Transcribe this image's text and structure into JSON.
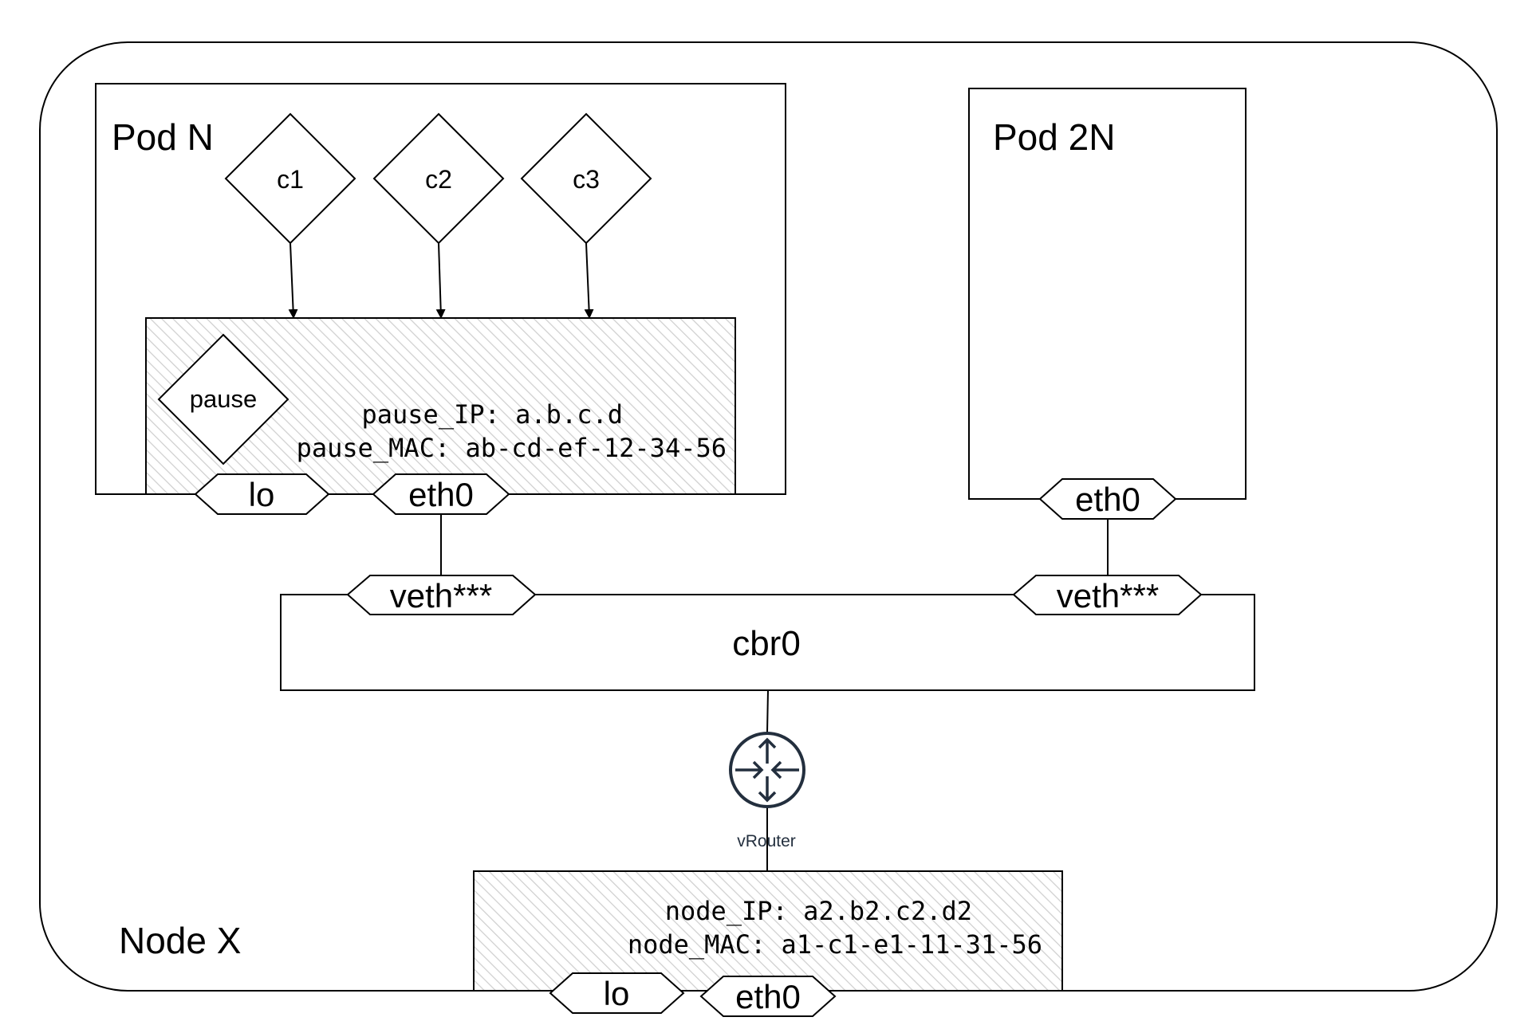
{
  "node": {
    "label": "Node X",
    "ip_text": "node_IP: a2.b2.c2.d2",
    "mac_text": "node_MAC: a1-c1-e1-11-31-56",
    "lo_label": "lo",
    "eth0_label": "eth0"
  },
  "pod_n": {
    "label": "Pod N",
    "containers": [
      "c1",
      "c2",
      "c3"
    ],
    "pause_label": "pause",
    "ip_text": "pause_IP: a.b.c.d",
    "mac_text": "pause_MAC: ab-cd-ef-12-34-56",
    "lo_label": "lo",
    "eth0_label": "eth0"
  },
  "pod_2n": {
    "label": "Pod 2N",
    "eth0_label": "eth0"
  },
  "bridge": {
    "label": "cbr0",
    "veth_left": "veth***",
    "veth_right": "veth***"
  },
  "router": {
    "label": "vRouter",
    "icon": "router-icon"
  },
  "colors": {
    "line": "#000000",
    "router": "#232f3e",
    "hatch": "#d8d8d8"
  }
}
